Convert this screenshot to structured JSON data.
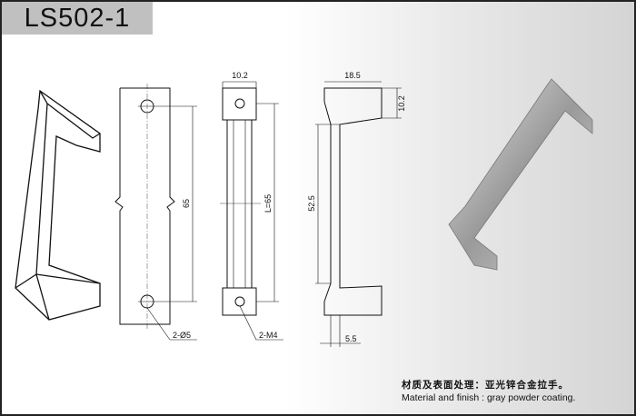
{
  "title": "LS502-1",
  "dimensions": {
    "front_width": "10.2",
    "profile_depth": "18.5",
    "profile_height": "10.2",
    "hole_spacing": "65",
    "length": "L=65",
    "inner_length": "52.5",
    "hole_dia": "2-Ø5",
    "thread": "2-M4",
    "base": "5.5"
  },
  "notes": {
    "cn": "材质及表面处理：亚光锌合金拉手。",
    "en": "Material and finish : gray powder coating."
  }
}
